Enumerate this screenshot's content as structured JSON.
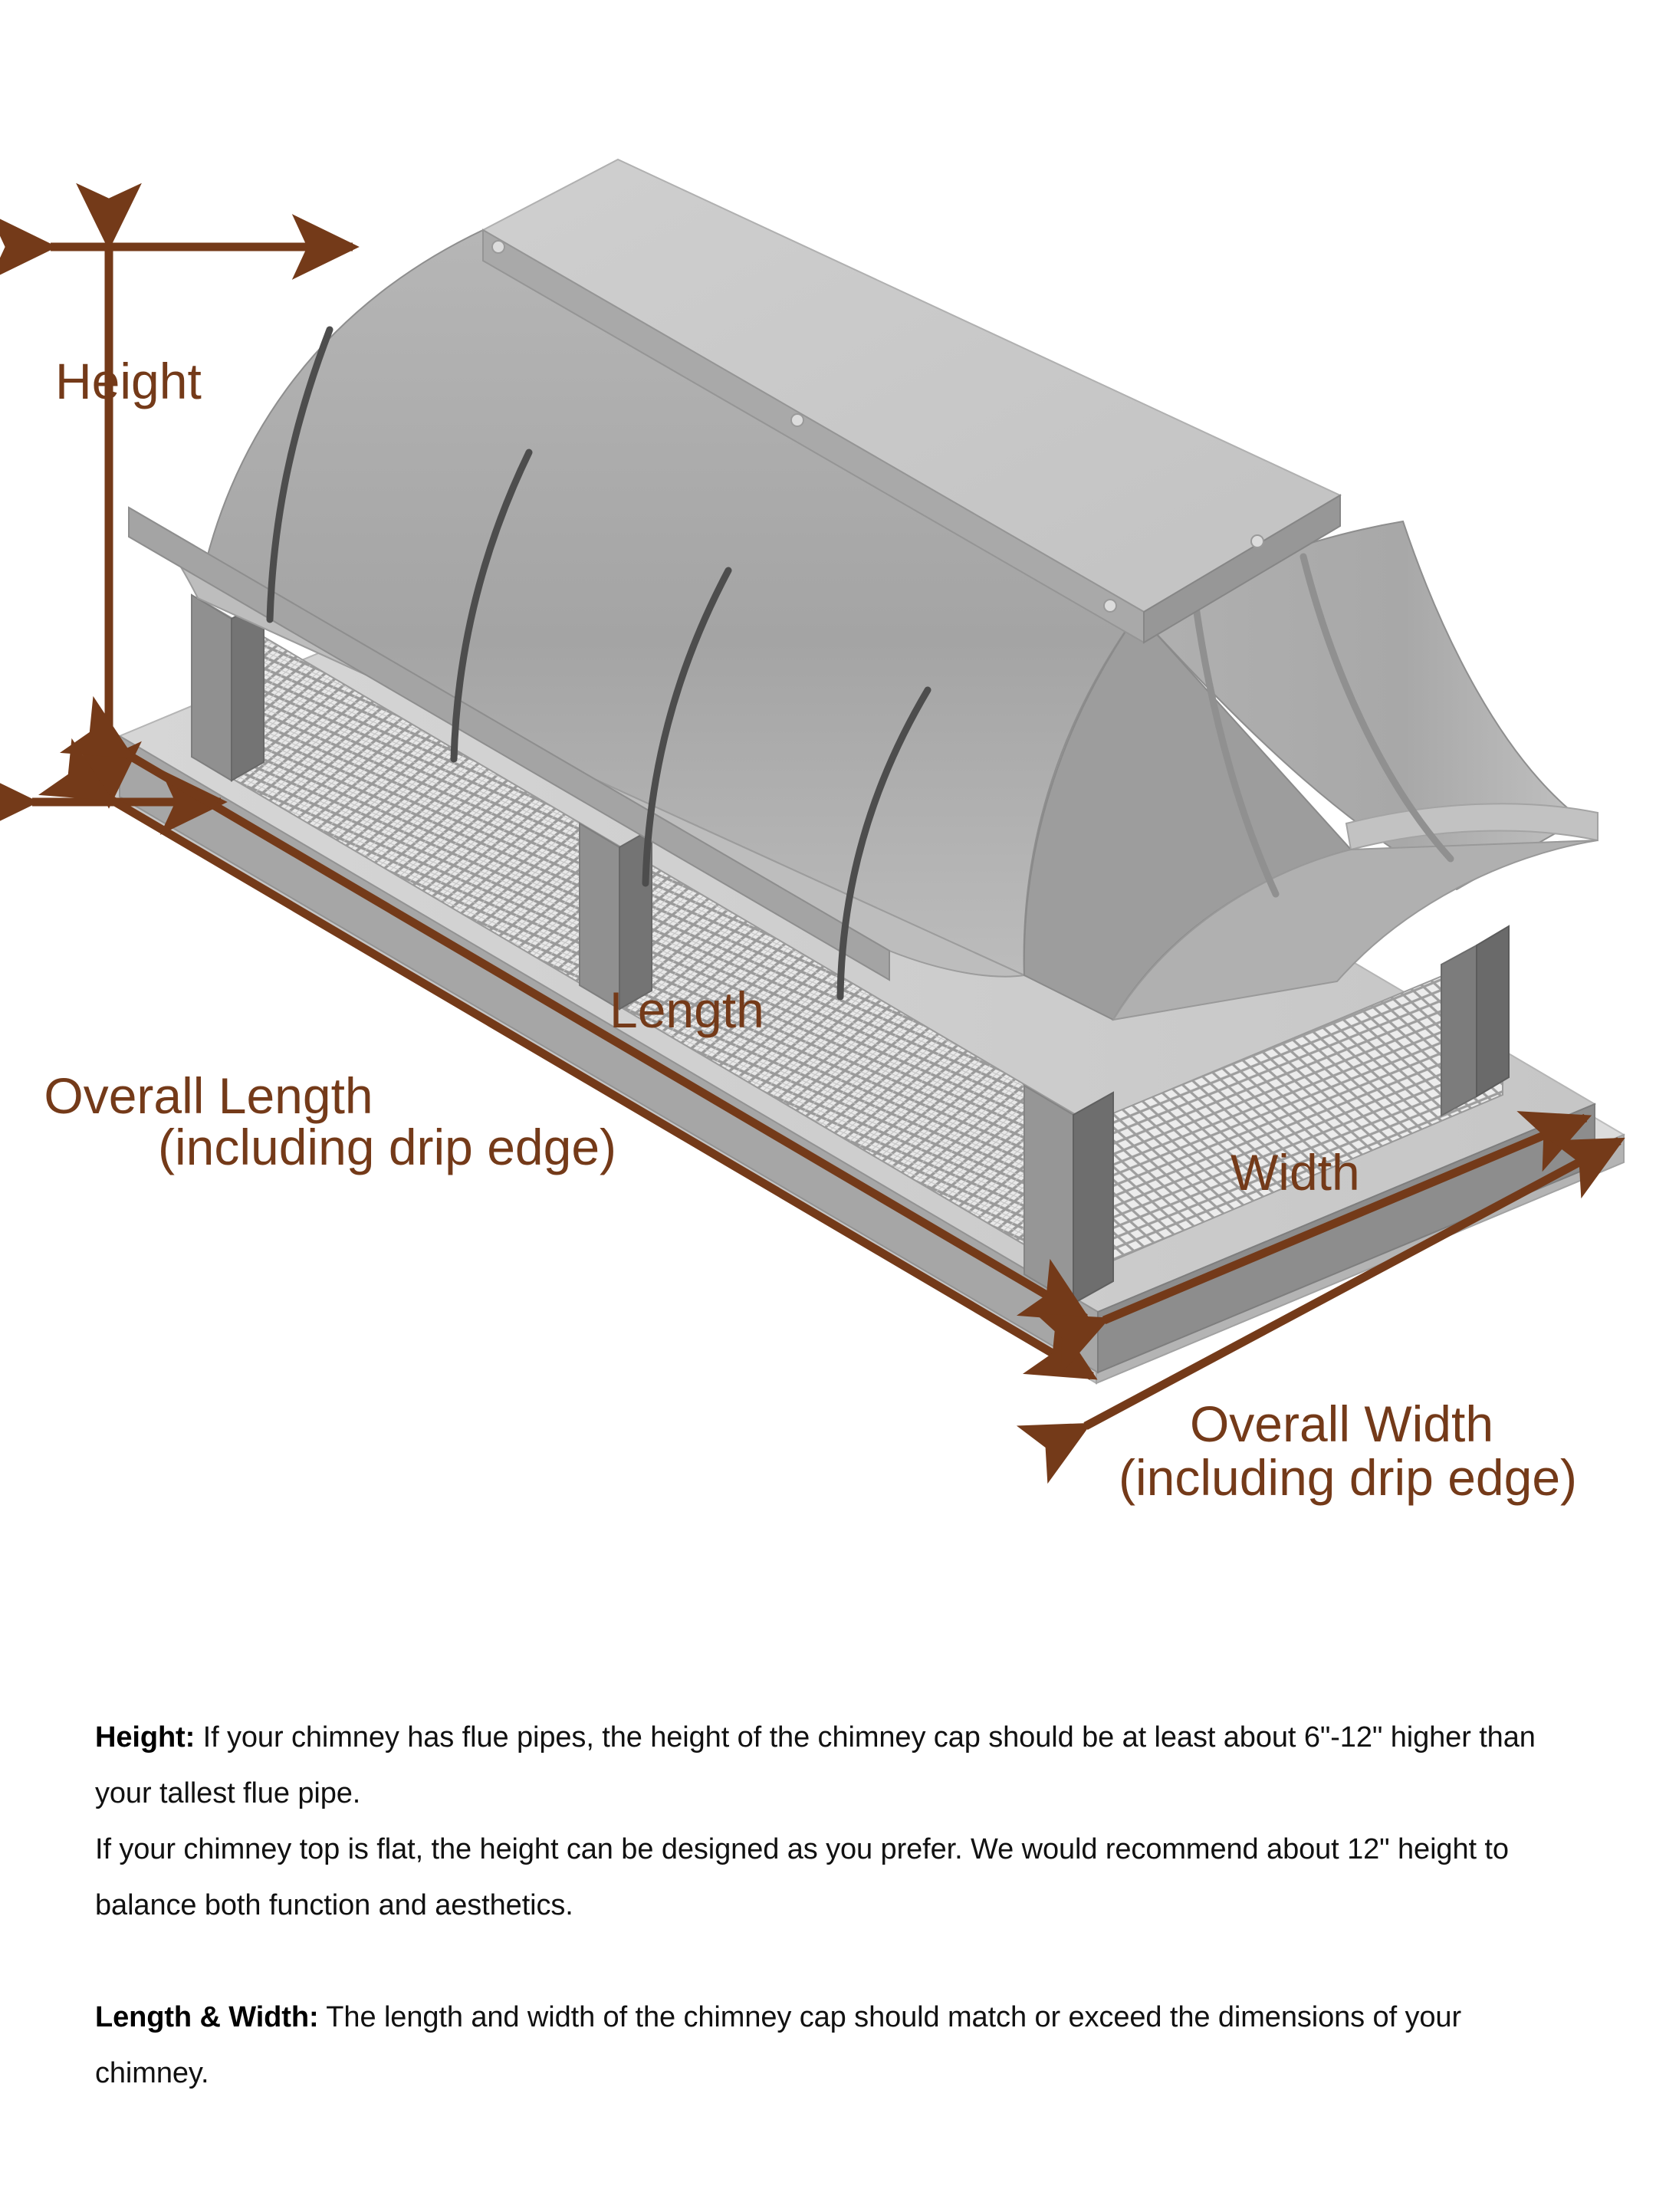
{
  "diagram": {
    "title": "Chimney cap dimension diagram",
    "product": "chimney-cap",
    "accent_color": "#743A19",
    "labels": {
      "height": "Height",
      "length": "Length",
      "width": "Width",
      "overall_length_line1": "Overall Length",
      "overall_length_line2": "(including drip edge)",
      "overall_width_line1": "Overall Width",
      "overall_width_line2": "(including drip edge)"
    },
    "colors": {
      "roof_top": "#c9c9c9",
      "roof_front": "#a2a2a2",
      "roof_side": "#b4b4b4",
      "seam": "#4a4a4a",
      "post": "#8e8e8e",
      "post_dark": "#6f6f6f",
      "mesh_bg": "#e8e8e8",
      "mesh_wire": "#8e8e8e",
      "base_top": "#d0d0d0",
      "base_face": "#9c9c9c",
      "drip_top": "#e2e2e2",
      "drip_face": "#b9b9b9",
      "stroke": "#8a8a8a"
    }
  },
  "notes": {
    "height": {
      "label": "Height:",
      "body1": " If your chimney has flue pipes, the height of the chimney cap should be at least about 6\"-12\" higher than your tallest flue pipe.",
      "body2": "If your chimney top is flat, the height can be designed as you prefer. We would recommend about 12\" height to balance both function and aesthetics."
    },
    "length_width": {
      "label": "Length & Width:",
      "body": " The length and width of the chimney cap should match or exceed the dimensions of your chimney."
    }
  }
}
